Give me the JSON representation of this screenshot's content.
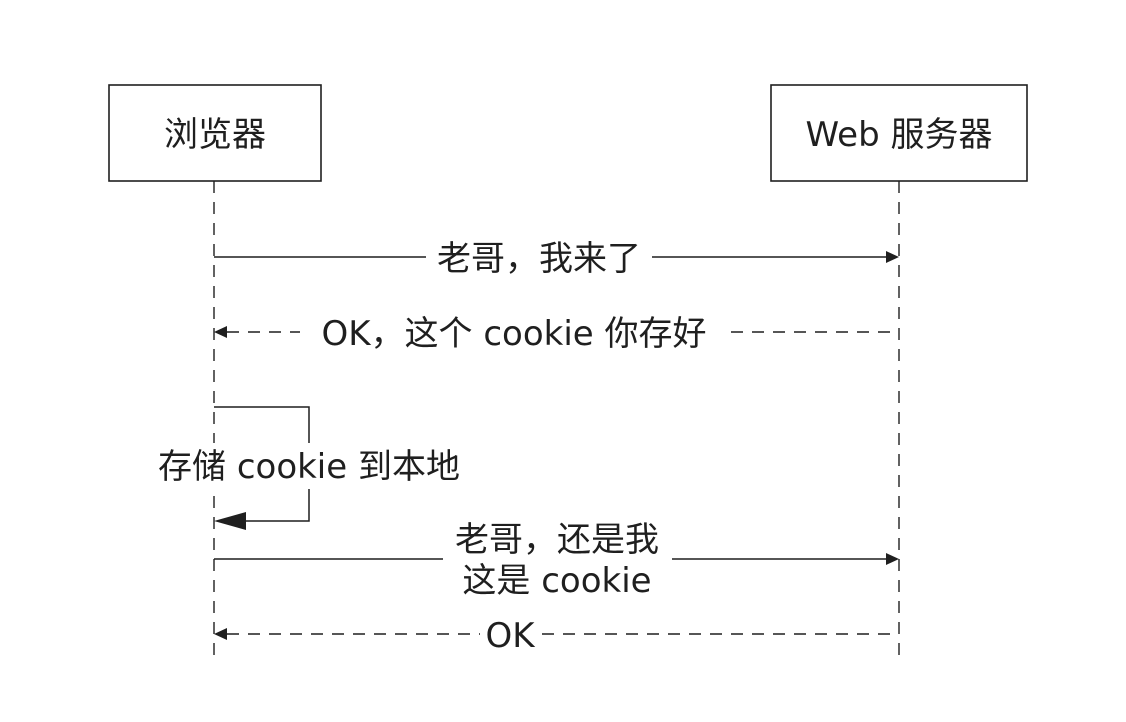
{
  "participants": {
    "browser": "浏览器",
    "server": "Web 服务器"
  },
  "messages": {
    "request_1": "老哥，我来了",
    "response_1": "OK，这个 cookie 你存好",
    "self_store": "存储 cookie 到本地",
    "request_2_line1": "老哥，还是我",
    "request_2_line2": "这是 cookie",
    "response_2": "OK"
  }
}
